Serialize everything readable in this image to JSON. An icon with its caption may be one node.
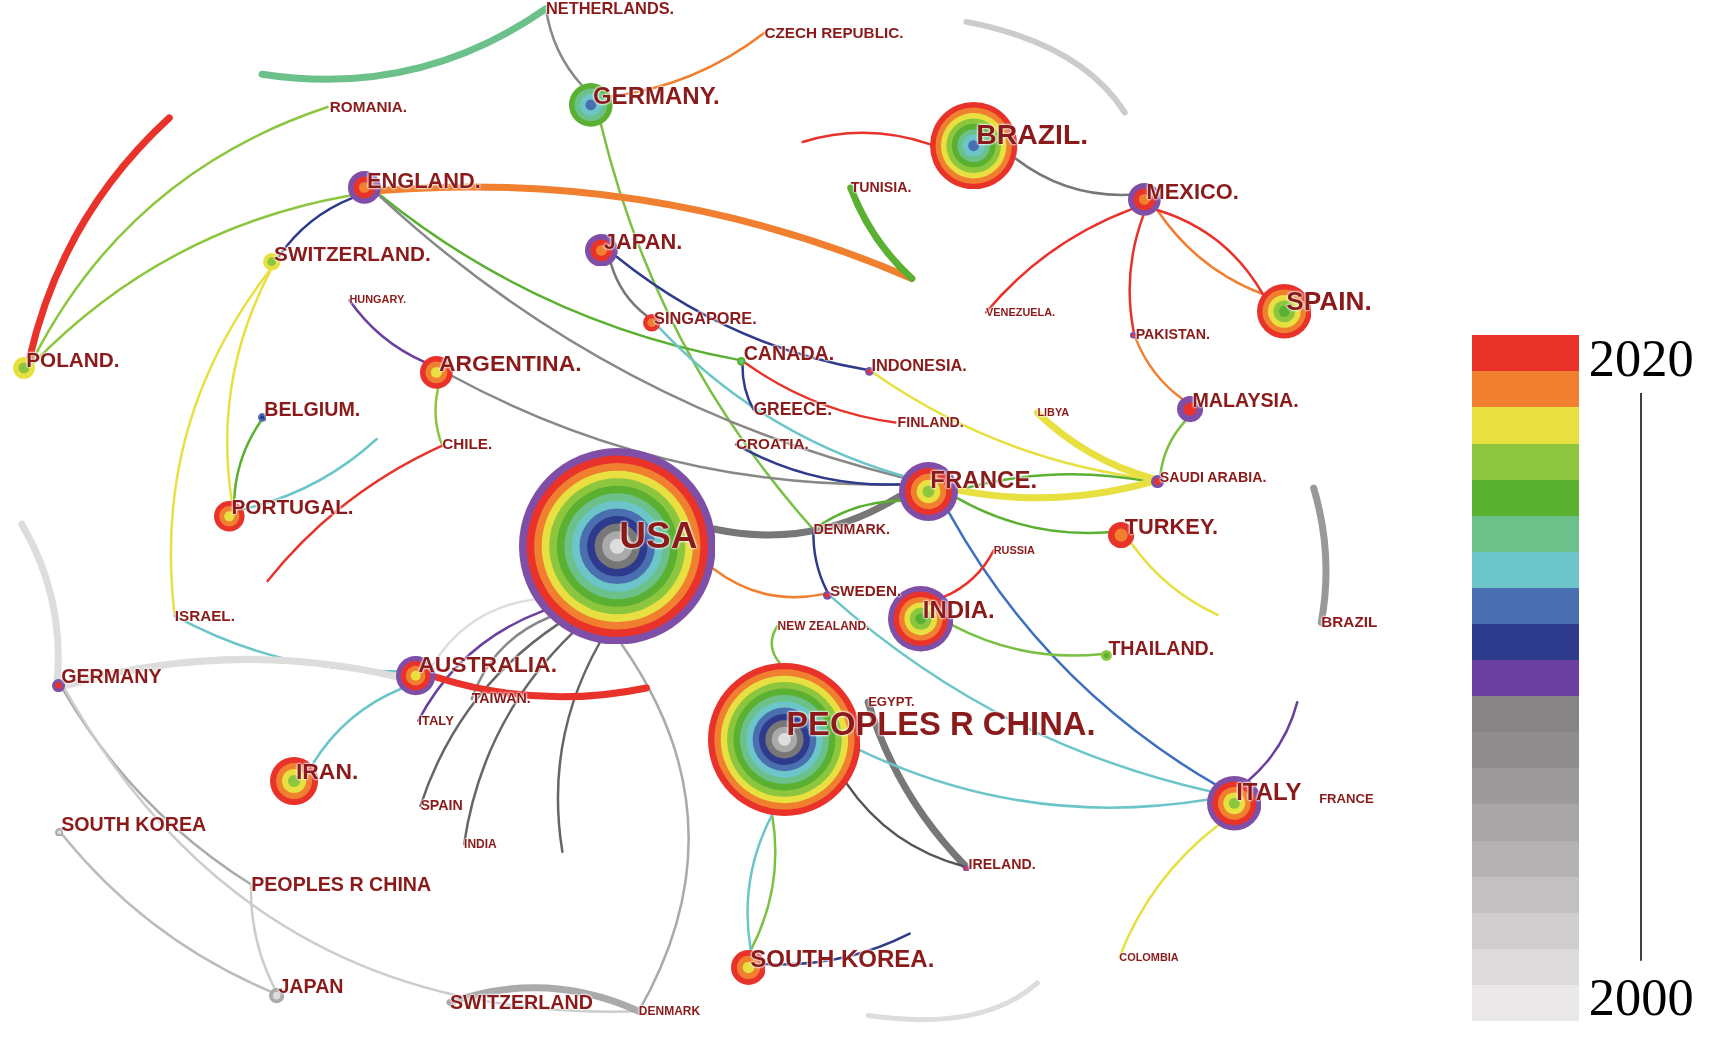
{
  "diagram": {
    "nodes": [
      {
        "text": [
          "USA"
        ]
      },
      {
        "text": [
          "PEOPLES R CHINA."
        ]
      },
      {
        "text": [
          "FRANCE."
        ]
      },
      {
        "text": [
          "INDIA."
        ]
      },
      {
        "text": [
          "ITALY"
        ]
      },
      {
        "text": [
          "BRAZIL."
        ]
      },
      {
        "text": [
          "MEXICO."
        ]
      },
      {
        "text": [
          "SPAIN."
        ]
      },
      {
        "text": [
          "MALAYSIA."
        ]
      },
      {
        "text": [
          "SAUDI ARABIA."
        ]
      },
      {
        "text": [
          "TURKEY."
        ]
      },
      {
        "text": [
          "THAILAND."
        ]
      },
      {
        "text": [
          "GERMANY."
        ]
      },
      {
        "text": [
          "NETHERLANDS."
        ]
      },
      {
        "text": [
          "CZECH REPUBLIC."
        ]
      },
      {
        "text": [
          "ENGLAND."
        ]
      },
      {
        "text": [
          "ROMANIA."
        ]
      },
      {
        "text": [
          "SWITZERLAND."
        ]
      },
      {
        "text": [
          "POLAND."
        ]
      },
      {
        "text": [
          "JAPAN."
        ]
      },
      {
        "text": [
          "SINGAPORE."
        ]
      },
      {
        "text": [
          "HUNGARY."
        ]
      },
      {
        "text": [
          "ARGENTINA."
        ]
      },
      {
        "text": [
          "CHILE."
        ]
      },
      {
        "text": [
          "BELGIUM."
        ]
      },
      {
        "text": [
          "PORTUGAL."
        ]
      },
      {
        "text": [
          "ISRAEL."
        ]
      },
      {
        "text": [
          "CANADA."
        ]
      },
      {
        "text": [
          "INDONESIA."
        ]
      },
      {
        "text": [
          "GREECE."
        ]
      },
      {
        "text": [
          "FINLAND."
        ]
      },
      {
        "text": [
          "CROATIA."
        ]
      },
      {
        "text": [
          "DENMARK."
        ]
      },
      {
        "text": [
          "SWEDEN."
        ]
      },
      {
        "text": [
          "NEW ZEALAND."
        ]
      },
      {
        "text": [
          "RUSSIA"
        ]
      },
      {
        "text": [
          "EGYPT."
        ]
      },
      {
        "text": [
          "AUSTRALIA."
        ]
      },
      {
        "text": [
          "TAIWAN."
        ]
      },
      {
        "text": [
          "ITALY"
        ]
      },
      {
        "text": [
          "IRAN."
        ]
      },
      {
        "text": [
          "SPAIN"
        ]
      },
      {
        "text": [
          "INDIA"
        ]
      },
      {
        "text": [
          "IRELAND."
        ]
      },
      {
        "text": [
          "SOUTH KOREA."
        ]
      },
      {
        "text": [
          "COLOMBIA"
        ]
      },
      {
        "text": [
          "TUNISIA."
        ]
      },
      {
        "text": [
          "VENEZUELA."
        ]
      },
      {
        "text": [
          "PAKISTAN."
        ]
      },
      {
        "text": [
          "LIBYA"
        ]
      },
      {
        "text": [
          "GERMANY"
        ]
      },
      {
        "text": [
          "SOUTH KOREA"
        ]
      },
      {
        "text": [
          "PEOPLES R CHINA"
        ]
      },
      {
        "text": [
          "JAPAN"
        ]
      },
      {
        "text": [
          "SWITZERLAND"
        ]
      },
      {
        "text": [
          "DENMARK"
        ]
      },
      {
        "text": [
          "BRAZIL"
        ]
      }
    ],
    "edges": [
      {
        "from": 13,
        "to": 12,
        "arrow": "none",
        "color": "#8a8a8a"
      },
      {
        "from": 12,
        "to": 14,
        "arrow": "none",
        "color": "#f08030"
      },
      {
        "from": 12,
        "to": 32,
        "arrow": "none",
        "color": "#7ac043"
      },
      {
        "from": 16,
        "to": 18,
        "arrow": "none",
        "color": "#8cc63f"
      },
      {
        "from": 15,
        "to": 18,
        "arrow": "none",
        "color": "#8cc63f"
      },
      {
        "from": 15,
        "to": 17,
        "arrow": "none",
        "color": "#2e3a8c"
      },
      {
        "from": 15,
        "to": 27,
        "arrow": "none",
        "color": "#5ab030"
      },
      {
        "from": 15,
        "to": 2,
        "arrow": "none",
        "color": "#888888"
      },
      {
        "from": 17,
        "to": 25,
        "arrow": "none",
        "color": "#e8e040"
      },
      {
        "from": 17,
        "to": 26,
        "arrow": "none",
        "color": "#e8e040"
      },
      {
        "from": 26,
        "to": 37,
        "arrow": "none",
        "color": "#6cc5c8"
      },
      {
        "from": 24,
        "to": 25,
        "arrow": "none",
        "color": "#5ab030"
      },
      {
        "from": 25,
        "to": null,
        "arrow": "none",
        "color": "#6cc5c8"
      },
      {
        "from": 21,
        "to": 22,
        "arrow": "none",
        "color": "#6a3fa0"
      },
      {
        "from": 22,
        "to": 23,
        "arrow": "none",
        "color": "#8cc63f"
      },
      {
        "from": 23,
        "to": null,
        "arrow": "none",
        "color": "#e8322a"
      },
      {
        "from": 22,
        "to": 2,
        "arrow": "none",
        "color": "#888888"
      },
      {
        "from": 19,
        "to": 20,
        "arrow": "none",
        "color": "#777777"
      },
      {
        "from": 19,
        "to": 28,
        "arrow": "none",
        "color": "#2e3a8c"
      },
      {
        "from": 20,
        "to": 2,
        "arrow": "none",
        "color": "#6cc5c8"
      },
      {
        "from": 27,
        "to": 29,
        "arrow": "none",
        "color": "#2e3a8c"
      },
      {
        "from": 27,
        "to": 30,
        "arrow": "none",
        "color": "#e8322a"
      },
      {
        "from": 28,
        "to": 9,
        "arrow": "none",
        "color": "#e8e040"
      },
      {
        "from": 31,
        "to": 2,
        "arrow": "none",
        "color": "#2e3a8c"
      },
      {
        "from": 0,
        "to": 2,
        "arrow": "none",
        "style": "thick",
        "color": "#777777"
      },
      {
        "from": 2,
        "to": 32,
        "arrow": "none",
        "color": "#5ab030"
      },
      {
        "from": 2,
        "to": 9,
        "arrow": "none",
        "color": "#5ab030"
      },
      {
        "from": 2,
        "to": 10,
        "arrow": "none",
        "color": "#5ab030"
      },
      {
        "from": 2,
        "to": 4,
        "arrow": "none",
        "color": "#3f6fbf"
      },
      {
        "from": 32,
        "to": 33,
        "arrow": "none",
        "color": "#2e3a8c"
      },
      {
        "from": 33,
        "to": 4,
        "arrow": "none",
        "color": "#6cc5c8"
      },
      {
        "from": 3,
        "to": 11,
        "arrow": "none",
        "color": "#7ac043"
      },
      {
        "from": 3,
        "to": 35,
        "arrow": "none",
        "color": "#e8322a"
      },
      {
        "from": 0,
        "to": 33,
        "arrow": "none",
        "color": "#f08030"
      },
      {
        "from": 34,
        "to": 1,
        "arrow": "none",
        "color": "#7ac043"
      },
      {
        "from": 36,
        "to": 43,
        "arrow": "none",
        "style": "thick",
        "color": "#777777"
      },
      {
        "from": 1,
        "to": 43,
        "arrow": "none",
        "color": "#555555"
      },
      {
        "from": 44,
        "to": 1,
        "arrow": "none",
        "color": "#7ac043"
      },
      {
        "from": 44,
        "to": 1,
        "arrow": "none",
        "color": "#6cc5c8"
      },
      {
        "from": 44,
        "to": null,
        "arrow": "none",
        "color": "#2e3a8c"
      },
      {
        "from": 1,
        "to": 4,
        "arrow": "none",
        "color": "#6cc5c8"
      },
      {
        "from": 4,
        "to": 45,
        "arrow": "none",
        "color": "#e8e040"
      },
      {
        "from": 4,
        "to": null,
        "arrow": "none",
        "color": "#6a3fa0"
      },
      {
        "from": 5,
        "to": null,
        "arrow": "none",
        "color": "#e8322a"
      },
      {
        "from": 5,
        "to": 6,
        "arrow": "none",
        "color": "#777777"
      },
      {
        "from": 15,
        "to": null,
        "arrow": "none",
        "style": "thick",
        "color": "#f08030"
      },
      {
        "from": 46,
        "to": null,
        "arrow": "none",
        "style": "thick",
        "color": "#5ab030"
      },
      {
        "from": 6,
        "to": 7,
        "arrow": "none",
        "color": "#f08030"
      },
      {
        "from": 6,
        "to": 7,
        "arrow": "none",
        "color": "#e8322a"
      },
      {
        "from": 6,
        "to": 47,
        "arrow": "none",
        "color": "#e8322a"
      },
      {
        "from": 6,
        "to": 48,
        "arrow": "none",
        "color": "#e8322a"
      },
      {
        "from": 48,
        "to": 8,
        "arrow": "none",
        "color": "#f08030"
      },
      {
        "from": 8,
        "to": 9,
        "arrow": "none",
        "color": "#7ac043"
      },
      {
        "from": 49,
        "to": 9,
        "arrow": "none",
        "style": "thick",
        "color": "#e8e040"
      },
      {
        "from": 2,
        "to": 9,
        "arrow": "none",
        "style": "thick",
        "color": "#e8e040"
      },
      {
        "from": 10,
        "to": null,
        "arrow": "none",
        "color": "#e8e040"
      },
      {
        "from": 56,
        "to": null,
        "arrow": "none",
        "style": "thick",
        "color": "#999999"
      },
      {
        "from": 0,
        "to": 37,
        "arrow": "none",
        "color": "#dddddd"
      },
      {
        "from": 0,
        "to": 38,
        "arrow": "none",
        "color": "#888888"
      },
      {
        "from": 0,
        "to": 39,
        "arrow": "none",
        "color": "#6a3fa0"
      },
      {
        "from": 0,
        "to": 41,
        "arrow": "none",
        "color": "#666666"
      },
      {
        "from": 0,
        "to": 42,
        "arrow": "none",
        "color": "#666666"
      },
      {
        "from": 0,
        "to": 55,
        "arrow": "none",
        "color": "#aaaaaa"
      },
      {
        "from": 0,
        "to": null,
        "arrow": "none",
        "color": "#666666"
      },
      {
        "from": 37,
        "to": 40,
        "arrow": "none",
        "color": "#6cc5c8"
      },
      {
        "from": 37,
        "to": 50,
        "arrow": "none",
        "style": "thick",
        "color": "#dddddd"
      },
      {
        "from": 50,
        "to": 52,
        "arrow": "none",
        "color": "#aaaaaa"
      },
      {
        "from": 51,
        "to": 53,
        "arrow": "none",
        "color": "#bbbbbb"
      },
      {
        "from": 52,
        "to": 53,
        "arrow": "none",
        "color": "#cccccc"
      },
      {
        "from": 50,
        "to": 55,
        "arrow": "none",
        "color": "#cccccc"
      },
      {
        "from": 54,
        "to": 55,
        "arrow": "none",
        "style": "thick",
        "color": "#aaaaaa"
      },
      {
        "from": 37,
        "to": null,
        "arrow": "none",
        "style": "thick",
        "color": "#e8322a"
      },
      {
        "from": 13,
        "to": null,
        "arrow": "none",
        "style": "thick",
        "color": "#6cc08a"
      },
      {
        "from": 18,
        "to": null,
        "arrow": "none",
        "style": "thick",
        "color": "#e8322a"
      },
      {
        "from": 50,
        "to": null,
        "arrow": "none",
        "style": "thick",
        "color": "#dddddd"
      }
    ],
    "labels": [
      "FRANCE",
      "2020",
      "2000"
    ]
  }
}
